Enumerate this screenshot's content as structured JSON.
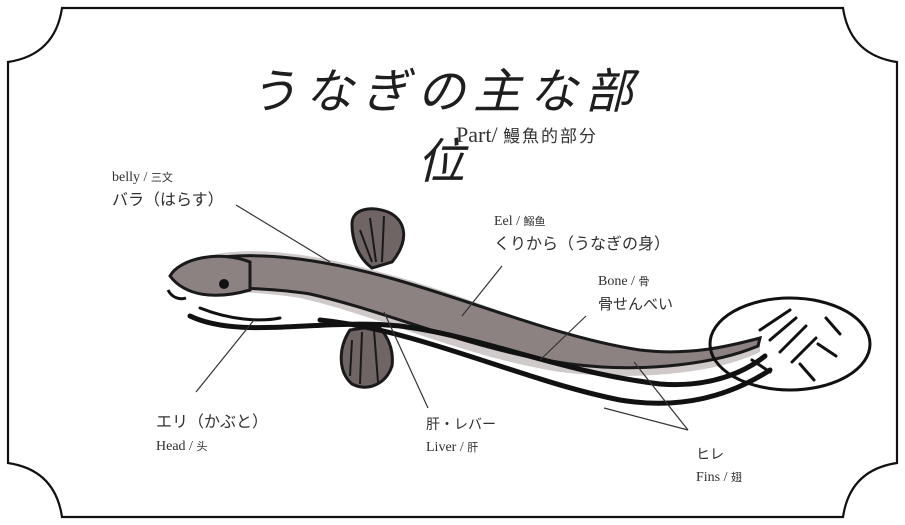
{
  "title": "うなぎの主な部位",
  "subtitle": {
    "en": "Part/",
    "zh": "鰻魚的部分"
  },
  "labels": {
    "belly": {
      "line1_en": "belly / ",
      "line1_zh": "三文",
      "line2": "バラ（はらす）"
    },
    "eel": {
      "line1_en": "Eel / ",
      "line1_zh": "鰯鱼",
      "line2": "くりから（うなぎの身）"
    },
    "bone": {
      "line1_en": "Bone / ",
      "line1_zh": "骨",
      "line2": "骨せんべい"
    },
    "head": {
      "line1": "エリ（かぶと）",
      "line2_en": "Head / ",
      "line2_zh": "头"
    },
    "liver": {
      "line1": "肝・レバー",
      "line2_en": "Liver / ",
      "line2_zh": "肝"
    },
    "fins": {
      "line1": "ヒレ",
      "line2_en": "Fins / ",
      "line2_zh": "翅"
    }
  },
  "colors": {
    "ink": "#1a1a1a",
    "eel_body": "#8c8282",
    "eel_light": "#bcb4b4",
    "frame": "#111111"
  }
}
